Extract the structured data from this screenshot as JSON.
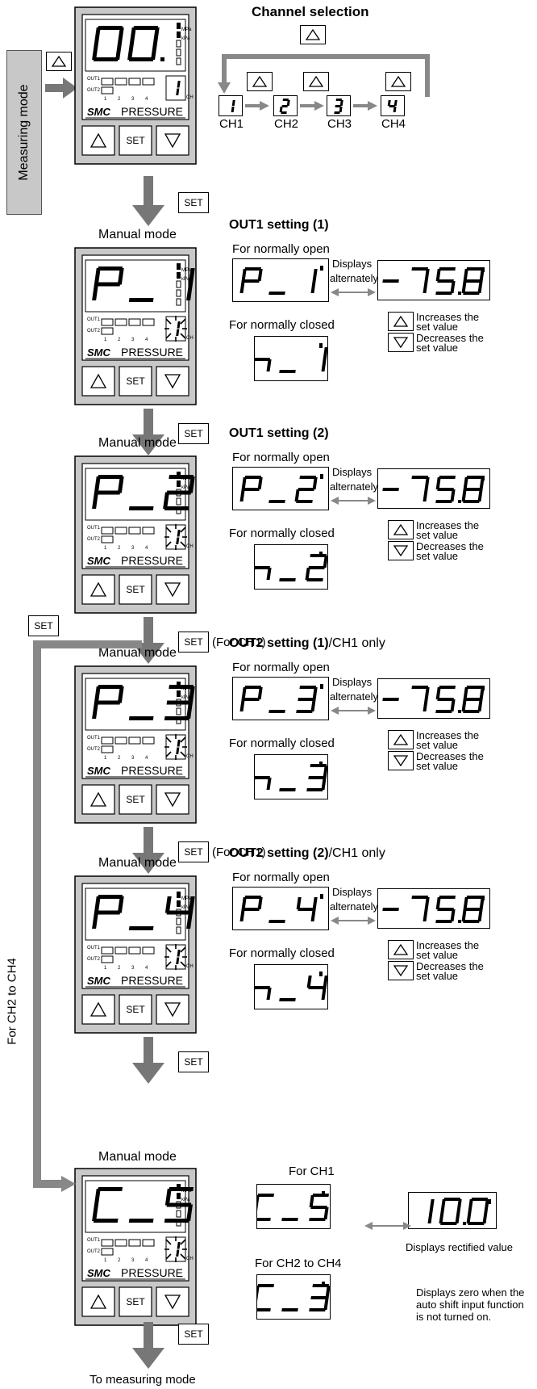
{
  "mode_label": "Measuring mode",
  "channel_selection": {
    "title": "Channel selection",
    "channels": [
      "CH1",
      "CH2",
      "CH3",
      "CH4"
    ],
    "digits": [
      "1",
      "2",
      "3",
      "4"
    ]
  },
  "device": {
    "brand": "SMC",
    "label": "PRESSURE",
    "set_label": "SET",
    "unit_mpa": "MPa",
    "unit_kpa": "kPa",
    "ch_label": "CH",
    "out1": "OUT1",
    "out2": "OUT2",
    "led_numbers": [
      "1",
      "2",
      "3",
      "4"
    ]
  },
  "screens": {
    "measuring_display": "00",
    "measuring_channel": "1",
    "manual_mode": "Manual mode"
  },
  "sections": [
    {
      "title_bold": "OUT1 setting (1)",
      "title_rest": "",
      "code_open": "P_1",
      "code_closed": "n_1",
      "device_code": "P_1",
      "set_note": ""
    },
    {
      "title_bold": "OUT1 setting (2)",
      "title_rest": "",
      "code_open": "P_2",
      "code_closed": "n_2",
      "device_code": "P_2",
      "set_note": "(For CH1)"
    },
    {
      "title_bold": "OUT2 setting (1)",
      "title_rest": "/CH1 only",
      "code_open": "P_3",
      "code_closed": "n_3",
      "device_code": "P_3",
      "set_note": "(For CH1)"
    },
    {
      "title_bold": "OUT2 setting (2)",
      "title_rest": "/CH1 only",
      "code_open": "P_4",
      "code_closed": "n_4",
      "device_code": "P_4",
      "set_note": ""
    }
  ],
  "labels": {
    "normally_open": "For normally open",
    "normally_closed": "For normally closed",
    "displays_alternately_1": "Displays",
    "displays_alternately_2": "alternately",
    "set_value_display": "-75.8",
    "increases_1": "Increases the",
    "increases_2": "set value",
    "decreases_1": "Decreases the",
    "decreases_2": "set value",
    "for_ch2_to_ch4": "For CH2 to CH4",
    "set": "SET"
  },
  "final": {
    "device_code": "C_5",
    "for_ch1": "For CH1",
    "for_ch2_ch4": "For CH2 to CH4",
    "code_ch1": "C_5",
    "code_ch2_ch4": "C_3",
    "rectified_value": "10.0",
    "rectified_label": "Displays rectified value",
    "note_1": "Displays zero when the",
    "note_2": "auto shift input function",
    "note_3": "is not turned on.",
    "to_measuring": "To measuring mode"
  }
}
